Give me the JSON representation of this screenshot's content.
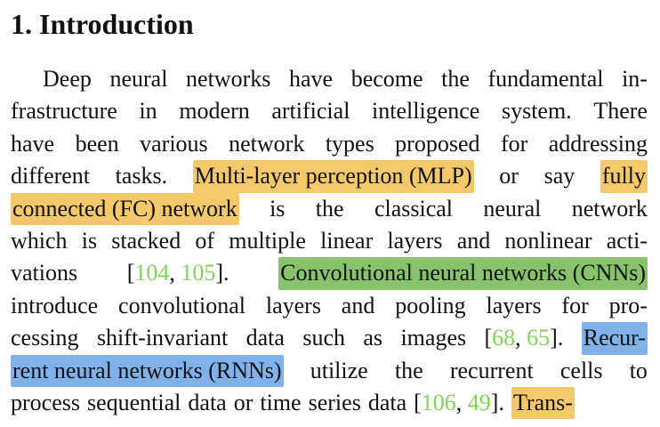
{
  "section": {
    "number": "1.",
    "title": "Introduction"
  },
  "colors": {
    "highlight_orange": "#f5c86a",
    "highlight_green": "#86c36b",
    "highlight_blue": "#7fb2ea",
    "citation": "#7cd64f",
    "text": "#111111"
  },
  "lines": [
    [
      {
        "t": "Deep"
      },
      {
        "t": "neural"
      },
      {
        "t": "networks"
      },
      {
        "t": "have"
      },
      {
        "t": "become"
      },
      {
        "t": "the"
      },
      {
        "t": "fundamental"
      },
      {
        "t": "in-"
      }
    ],
    [
      {
        "t": "frastructure"
      },
      {
        "t": "in"
      },
      {
        "t": "modern"
      },
      {
        "t": "artificial"
      },
      {
        "t": "intelligence"
      },
      {
        "t": "system."
      },
      {
        "t": "There"
      }
    ],
    [
      {
        "t": "have"
      },
      {
        "t": "been"
      },
      {
        "t": "various"
      },
      {
        "t": "network"
      },
      {
        "t": "types"
      },
      {
        "t": "proposed"
      },
      {
        "t": "for"
      },
      {
        "t": "addressing"
      }
    ],
    [
      {
        "t": "different"
      },
      {
        "t": "tasks."
      },
      {
        "t": "Multi-layer perception (MLP)",
        "hl": "orange"
      },
      {
        "t": "or"
      },
      {
        "t": "say"
      },
      {
        "t": "fully",
        "hl": "orange"
      }
    ],
    [
      {
        "t": "connected (FC) network",
        "hl": "orange"
      },
      {
        "t": "is"
      },
      {
        "t": "the"
      },
      {
        "t": "classical"
      },
      {
        "t": "neural"
      },
      {
        "t": "network"
      }
    ],
    [
      {
        "t": "which"
      },
      {
        "t": "is"
      },
      {
        "t": "stacked"
      },
      {
        "t": "of"
      },
      {
        "t": "multiple"
      },
      {
        "t": "linear"
      },
      {
        "t": "layers"
      },
      {
        "t": "and"
      },
      {
        "t": "nonlinear"
      },
      {
        "t": "acti-"
      }
    ],
    [
      {
        "t": "vations"
      },
      {
        "t": "[104, 105].",
        "cite": [
          "104",
          "105"
        ]
      },
      {
        "t": "Convolutional neural networks (CNNs)",
        "hl": "green"
      }
    ],
    [
      {
        "t": "introduce"
      },
      {
        "t": "convolutional"
      },
      {
        "t": "layers"
      },
      {
        "t": "and"
      },
      {
        "t": "pooling"
      },
      {
        "t": "layers"
      },
      {
        "t": "for"
      },
      {
        "t": "pro-"
      }
    ],
    [
      {
        "t": "cessing"
      },
      {
        "t": "shift-invariant"
      },
      {
        "t": "data"
      },
      {
        "t": "such"
      },
      {
        "t": "as"
      },
      {
        "t": "images"
      },
      {
        "t": "[68, 65].",
        "cite": [
          "68",
          "65"
        ]
      },
      {
        "t": "Recur-",
        "hl": "blue"
      }
    ],
    [
      {
        "t": "rent neural networks (RNNs)",
        "hl": "blue"
      },
      {
        "t": "utilize"
      },
      {
        "t": "the"
      },
      {
        "t": "recurrent"
      },
      {
        "t": "cells"
      },
      {
        "t": "to"
      }
    ],
    [
      {
        "t": "process"
      },
      {
        "t": "sequential"
      },
      {
        "t": "data"
      },
      {
        "t": "or"
      },
      {
        "t": "time"
      },
      {
        "t": "series"
      },
      {
        "t": "data"
      },
      {
        "t": "[106, 49].",
        "cite": [
          "106",
          "49"
        ]
      },
      {
        "t": "Trans-",
        "hl": "orange"
      }
    ]
  ]
}
